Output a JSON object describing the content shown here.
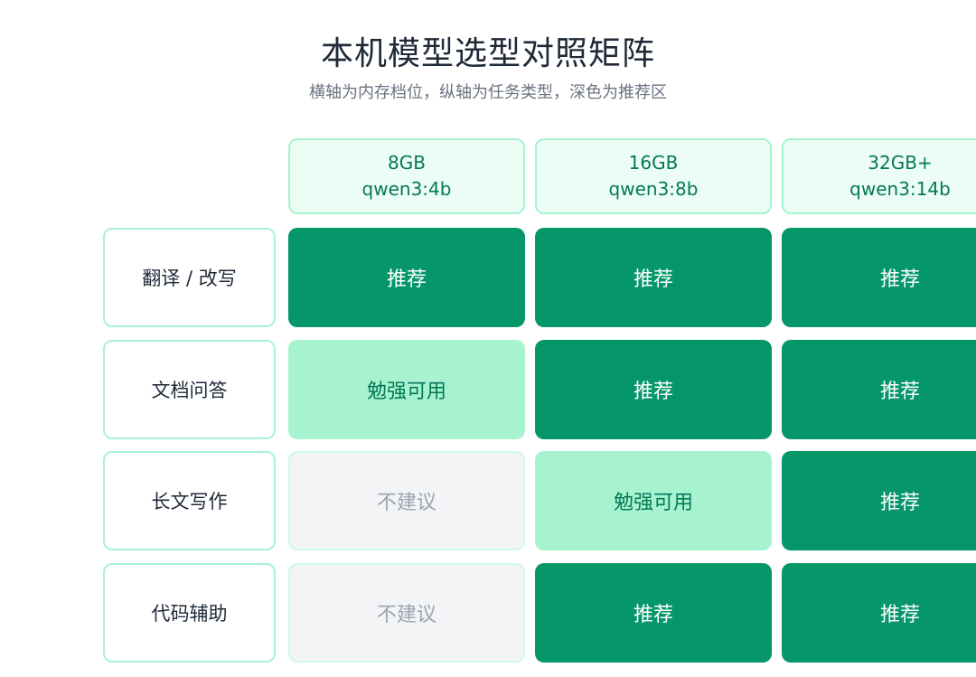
{
  "header": {
    "title": "本机模型选型对照矩阵",
    "subtitle": "横轴为内存档位，纵轴为任务类型，深色为推荐区"
  },
  "columns": [
    {
      "memory": "8GB",
      "model": "qwen3:4b"
    },
    {
      "memory": "16GB",
      "model": "qwen3:8b"
    },
    {
      "memory": "32GB+",
      "model": "qwen3:14b"
    }
  ],
  "rows": [
    {
      "task": "翻译 / 改写",
      "cells": [
        "rec",
        "rec",
        "rec"
      ]
    },
    {
      "task": "文档问答",
      "cells": [
        "ok",
        "rec",
        "rec"
      ]
    },
    {
      "task": "长文写作",
      "cells": [
        "no",
        "ok",
        "rec"
      ]
    },
    {
      "task": "代码辅助",
      "cells": [
        "no",
        "rec",
        "rec"
      ]
    }
  ],
  "levels": {
    "rec": "推荐",
    "ok": "勉强可用",
    "no": "不建议"
  },
  "colors": {
    "recommended": "#059669",
    "usable": "#a7f3d0",
    "not_recommended": "#f3f4f6",
    "header_bg": "#ecfdf5",
    "border": "#a7f3d0"
  }
}
